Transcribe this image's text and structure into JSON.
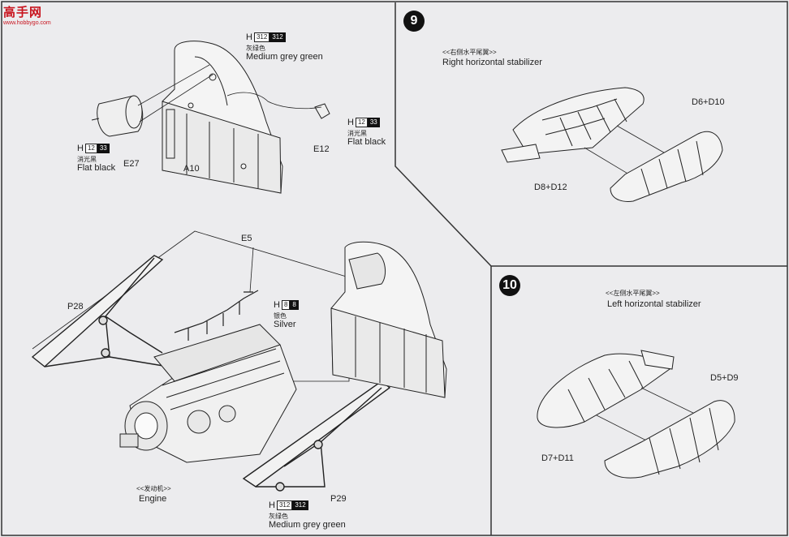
{
  "watermark": {
    "logo_text": "高手网",
    "url_text": "www.hobbygo.com"
  },
  "left_panel": {
    "paint_top": {
      "h": "H",
      "c1": "312",
      "c2": "312",
      "cn": "灰绿色",
      "en": "Medium grey green"
    },
    "paint_e27": {
      "h": "H",
      "c1": "12",
      "c2": "33",
      "cn": "消光黑",
      "en": "Flat black"
    },
    "paint_e12": {
      "h": "H",
      "c1": "12",
      "c2": "33",
      "cn": "消光黑",
      "en": "Flat black"
    },
    "paint_silver": {
      "h": "H",
      "c1": "8",
      "c2": "8",
      "cn": "银色",
      "en": "Silver"
    },
    "paint_bottom": {
      "h": "H",
      "c1": "312",
      "c2": "312",
      "cn": "灰绿色",
      "en": "Medium grey green"
    },
    "parts": {
      "e27": "E27",
      "e12": "E12",
      "a10": "A10",
      "e5": "E5",
      "p28": "P28",
      "p29": "P29"
    },
    "engine": {
      "cn": "<<发动机>>",
      "en": "Engine"
    }
  },
  "step9": {
    "number": "9",
    "cn": "<<右侧水平尾翼>>",
    "en": "Right horizontal stabilizer",
    "part_a": "D6+D10",
    "part_b": "D8+D12"
  },
  "step10": {
    "number": "10",
    "cn": "<<左侧水平尾翼>>",
    "en": "Left horizontal stabilizer",
    "part_a": "D5+D9",
    "part_b": "D7+D11"
  }
}
